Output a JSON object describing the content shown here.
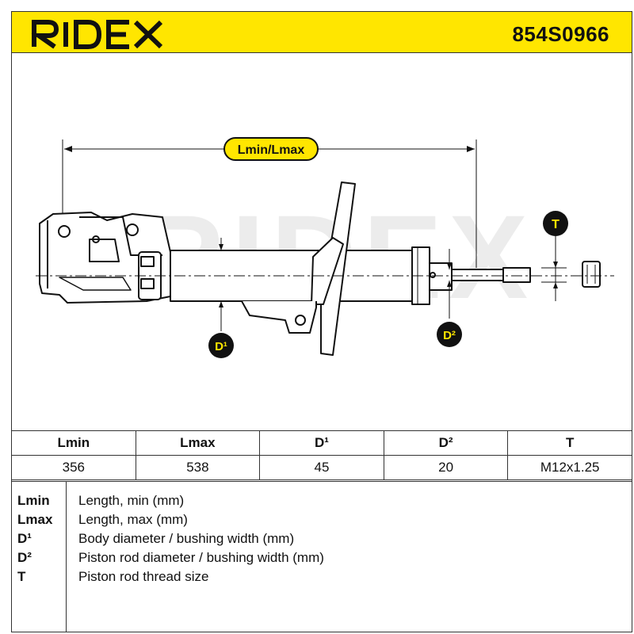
{
  "header": {
    "brand": "RIDEX",
    "part_number": "854S0966"
  },
  "drawing": {
    "watermark": "RIDEX",
    "labels": {
      "length": "Lmin/Lmax",
      "thread": "T",
      "body_diameter": "D¹",
      "rod_diameter": "D²"
    },
    "colors": {
      "accent": "#ffe600",
      "line": "#111111",
      "watermark": "#ececec"
    }
  },
  "spec_table": {
    "headers": [
      "Lmin",
      "Lmax",
      "D¹",
      "D²",
      "T"
    ],
    "values": [
      "356",
      "538",
      "45",
      "20",
      "M12x1.25"
    ]
  },
  "legend": [
    {
      "key": "Lmin",
      "desc": "Length, min (mm)"
    },
    {
      "key": "Lmax",
      "desc": "Length, max (mm)"
    },
    {
      "key": "D¹",
      "desc": "Body diameter / bushing width (mm)"
    },
    {
      "key": "D²",
      "desc": "Piston rod diameter / bushing width (mm)"
    },
    {
      "key": "T",
      "desc": "Piston rod thread size"
    }
  ]
}
